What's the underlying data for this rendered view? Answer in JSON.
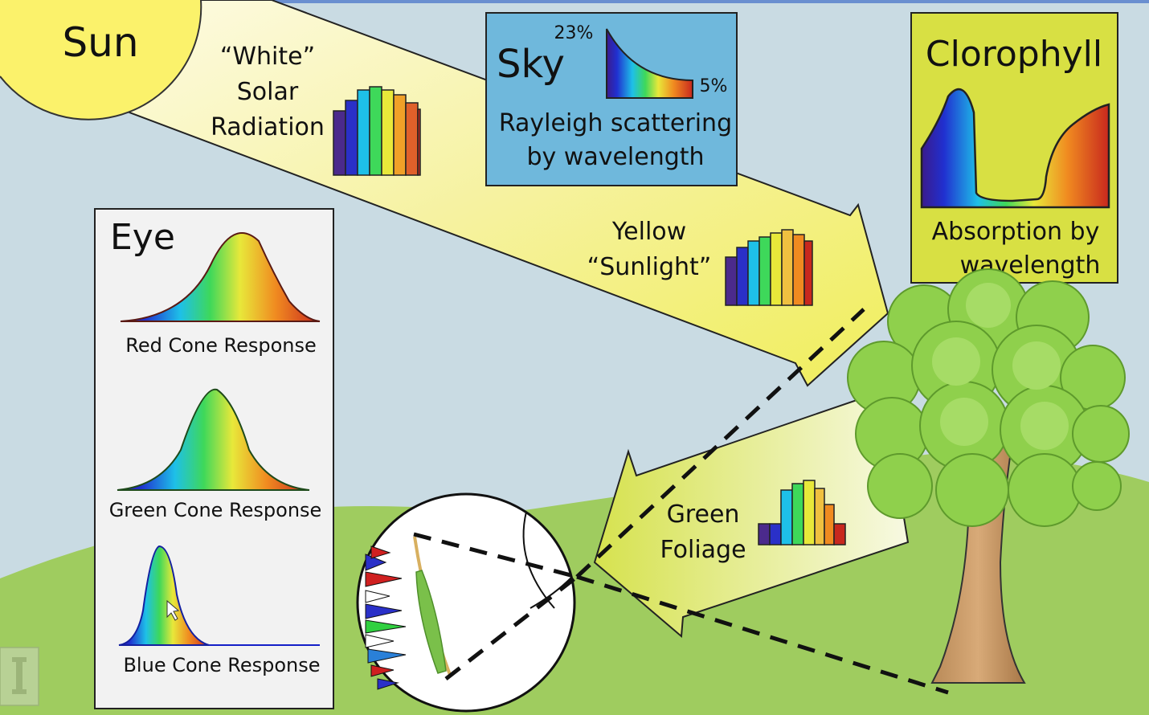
{
  "sun": {
    "label": "Sun"
  },
  "white_light": {
    "line1": "“White”",
    "line2": "Solar",
    "line3": "Radiation"
  },
  "sky": {
    "title": "Sky",
    "pct_high": "23%",
    "pct_low": "5%",
    "caption_line1": "Rayleigh scattering",
    "caption_line2": "by wavelength"
  },
  "chlorophyll": {
    "title": "Clorophyll",
    "caption_line1": "Absorption by",
    "caption_line2": "wavelength"
  },
  "sunlight": {
    "line1": "Yellow",
    "line2": "“Sunlight”"
  },
  "foliage": {
    "line1": "Green",
    "line2": "Foliage"
  },
  "eye_panel": {
    "title": "Eye",
    "red_label": "Red Cone Response",
    "green_label": "Green Cone Response",
    "blue_label": "Blue Cone Response"
  },
  "colors": {
    "sky_bg": "#c9dbe3",
    "grass": "#9fcc5f",
    "sun": "#fbf26b",
    "sky_box": "#6fb8dc",
    "chlorophyll_box": "#d8e043",
    "beam_yellow": "#f1ef6a",
    "beam_green": "#e2ea7a"
  }
}
